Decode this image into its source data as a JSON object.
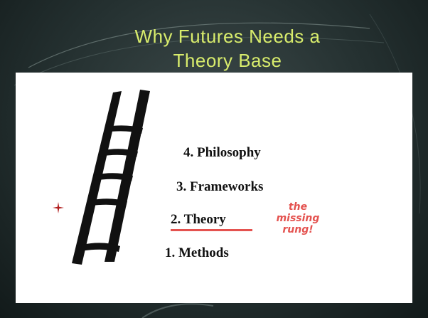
{
  "slide": {
    "title_line1": "Why Futures Needs a",
    "title_line2": "Theory Base",
    "rungs": [
      {
        "label": "4. Philosophy"
      },
      {
        "label": "3. Frameworks"
      },
      {
        "label": "2. Theory"
      },
      {
        "label": "1. Methods"
      }
    ],
    "note_lines": [
      "the",
      "missing",
      "rung!"
    ],
    "colors": {
      "title": "#d8ec6c",
      "accent": "#e4524f",
      "panel": "#ffffff",
      "background": "#243030"
    },
    "icons": [
      "ladder-icon",
      "sparkle-icon"
    ]
  }
}
